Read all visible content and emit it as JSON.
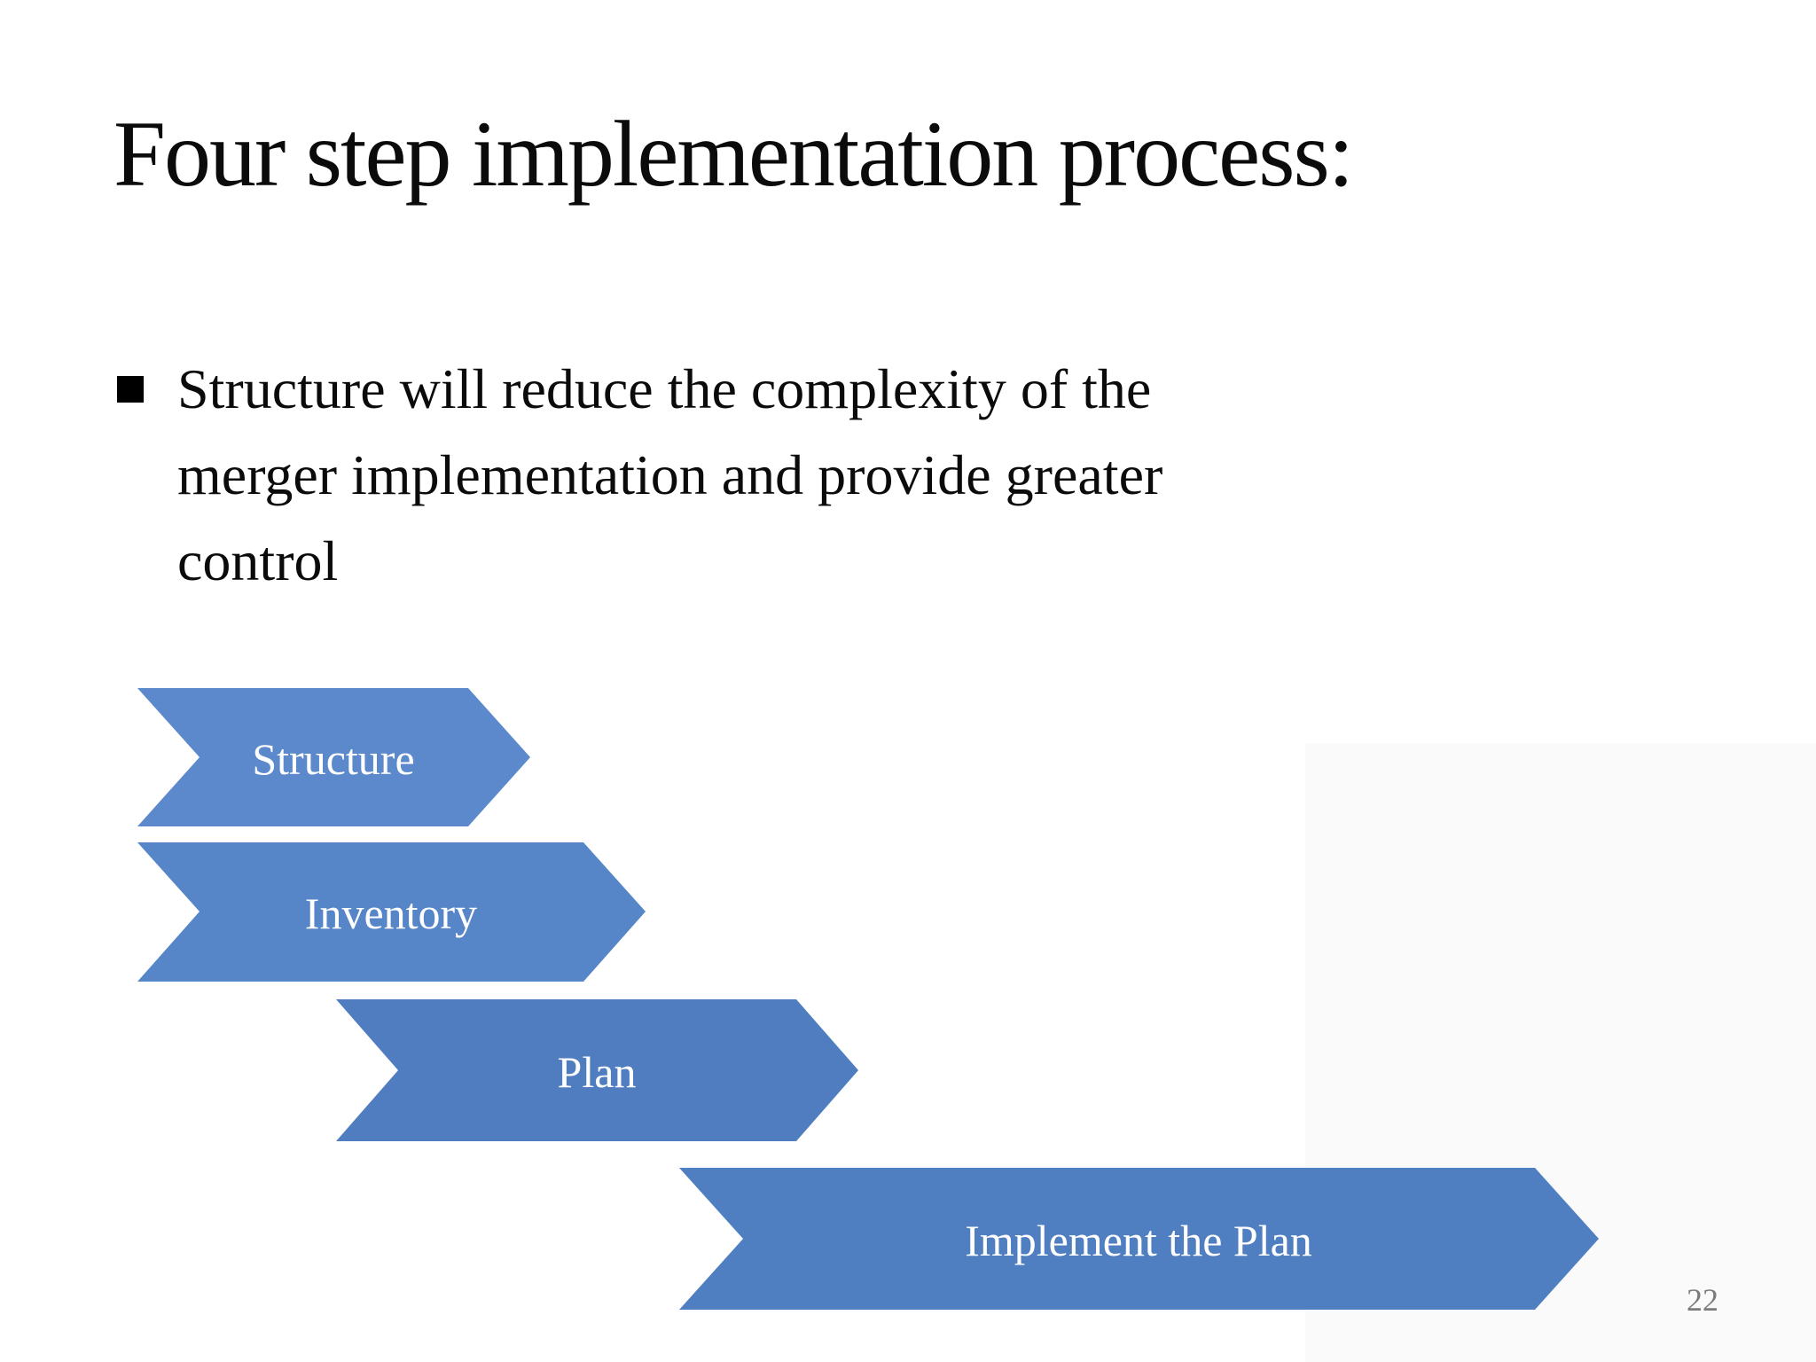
{
  "slide": {
    "title": "Four step implementation process:",
    "bullet": {
      "lines": [
        "Structure will reduce the complexity of the",
        "merger implementation and provide greater",
        "control"
      ]
    },
    "page_number": "22"
  },
  "diagram": {
    "type": "process-flow",
    "arrows": [
      {
        "label": "Structure",
        "fill": "#5b89cb"
      },
      {
        "label": "Inventory",
        "fill": "#5685c8"
      },
      {
        "label": "Plan",
        "fill": "#4f7dc0"
      },
      {
        "label": "Implement the Plan",
        "fill": "#4f7ec1"
      }
    ],
    "label_color": "#ffffff"
  },
  "colors": {
    "background": "#ffffff",
    "panel": "#fafafa",
    "text": "#0b0b0b",
    "page_number": "#7b7b7b"
  }
}
